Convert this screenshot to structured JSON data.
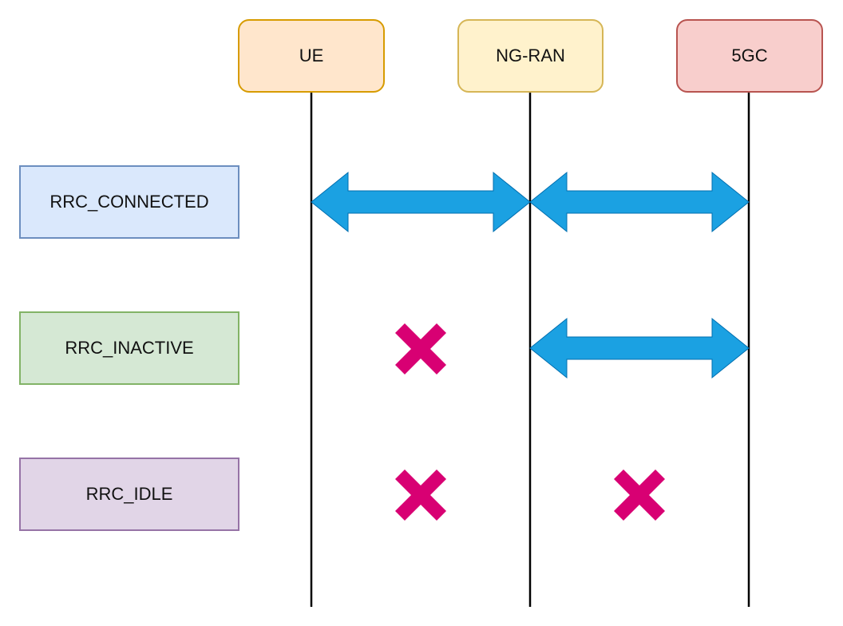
{
  "entities": [
    {
      "id": "ue",
      "label": "UE",
      "fill": "#ffe6cc",
      "stroke": "#d79b00"
    },
    {
      "id": "ngran",
      "label": "NG-RAN",
      "fill": "#fff2cc",
      "stroke": "#d6b656"
    },
    {
      "id": "fivegc",
      "label": "5GC",
      "fill": "#f8cecc",
      "stroke": "#b85450"
    }
  ],
  "states": [
    {
      "id": "connected",
      "label": "RRC_CONNECTED",
      "fill": "#dae8fc",
      "stroke": "#6c8ebf",
      "links": [
        {
          "between": [
            "ue",
            "ngran"
          ],
          "status": "connected"
        },
        {
          "between": [
            "ngran",
            "fivegc"
          ],
          "status": "connected"
        }
      ]
    },
    {
      "id": "inactive",
      "label": "RRC_INACTIVE",
      "fill": "#d5e8d4",
      "stroke": "#82b366",
      "links": [
        {
          "between": [
            "ue",
            "ngran"
          ],
          "status": "released"
        },
        {
          "between": [
            "ngran",
            "fivegc"
          ],
          "status": "connected"
        }
      ]
    },
    {
      "id": "idle",
      "label": "RRC_IDLE",
      "fill": "#e1d5e7",
      "stroke": "#9673a6",
      "links": [
        {
          "between": [
            "ue",
            "ngran"
          ],
          "status": "released"
        },
        {
          "between": [
            "ngran",
            "fivegc"
          ],
          "status": "released"
        }
      ]
    }
  ],
  "colors": {
    "arrow": "#1ba1e2",
    "cross": "#d80073",
    "lifeline": "#000000"
  }
}
